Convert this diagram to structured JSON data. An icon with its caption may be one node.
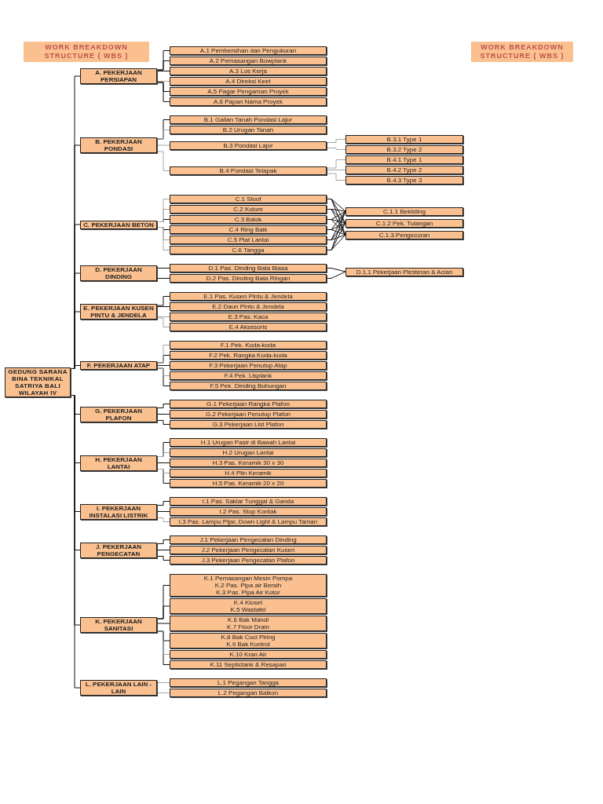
{
  "diagram": {
    "title": "WORK BREAKDOWN STRUCTURE ( WBS )",
    "nodes": [
      {
        "text": [
          "GEDUNG SARANA BINA TEKNIKAL SATRIYA BALI WILAYAH IV"
        ]
      },
      {
        "text": [
          "A. PEKERJAAN PERSIAPAN"
        ]
      },
      {
        "text": [
          "A.1 Pembersihan dan Pengukuran"
        ]
      },
      {
        "text": [
          "A.2 Pemasangan Bowplank"
        ]
      },
      {
        "text": [
          "A.3 Los Kerja"
        ]
      },
      {
        "text": [
          "A.4 Direksi Keet"
        ]
      },
      {
        "text": [
          "A.5 Pagar Pengaman Proyek"
        ]
      },
      {
        "text": [
          "A.6 Papan Nama Proyek"
        ]
      },
      {
        "text": [
          "B. PEKERJAAN PONDASI"
        ]
      },
      {
        "text": [
          "B.1 Galian Tanah Pondasi Lajur"
        ]
      },
      {
        "text": [
          "B.2 Urugan Tanah"
        ]
      },
      {
        "text": [
          "B.3 Pondasi Lajur"
        ]
      },
      {
        "text": [
          "B.3.1 Type 1"
        ]
      },
      {
        "text": [
          "B.3.2 Type 2"
        ]
      },
      {
        "text": [
          "B.4 Pondasi Telapak"
        ]
      },
      {
        "text": [
          "B.4.1 Type 1"
        ]
      },
      {
        "text": [
          "B.4.2 Type 2"
        ]
      },
      {
        "text": [
          "B.4.3 Type 3"
        ]
      },
      {
        "text": [
          "C. PEKERJAAN BETON"
        ]
      },
      {
        "text": [
          "C.1 Sloof"
        ]
      },
      {
        "text": [
          "C.2 Kolom"
        ]
      },
      {
        "text": [
          "C.3 Balok"
        ]
      },
      {
        "text": [
          "C.4 Ring Balk"
        ]
      },
      {
        "text": [
          "C.5 Plat Lantai"
        ]
      },
      {
        "text": [
          "C.6 Tangga"
        ]
      },
      {
        "text": [
          "C.1.1 Bekisting"
        ]
      },
      {
        "text": [
          "C.1.2 Pek. Tulangan"
        ]
      },
      {
        "text": [
          "C.1.3 Pengecoran"
        ]
      },
      {
        "text": [
          "D. PEKERJAAN DINDING"
        ]
      },
      {
        "text": [
          "D.1 Pas. Dinding Bata Biasa"
        ]
      },
      {
        "text": [
          "D.2 Pas. Dinding Bata Ringan"
        ]
      },
      {
        "text": [
          "D.1.1 Pekerjaan Plesteran & Acian"
        ]
      },
      {
        "text": [
          "E. PEKERJAAN KUSEN PINTU & JENDELA"
        ]
      },
      {
        "text": [
          "E.1 Pas. Kusen Pintu & Jendela"
        ]
      },
      {
        "text": [
          "E.2 Daun Pintu & Jendela"
        ]
      },
      {
        "text": [
          "E.3 Pas. Kaca"
        ]
      },
      {
        "text": [
          "E.4 Aksesoris"
        ]
      },
      {
        "text": [
          "F. PEKERJAAN ATAP"
        ]
      },
      {
        "text": [
          "F.1 Pek. Kuda-kuda"
        ]
      },
      {
        "text": [
          "F.2 Pek. Rangka Kuda-kuda"
        ]
      },
      {
        "text": [
          "F.3 Pekerjaan Penutup Atap"
        ]
      },
      {
        "text": [
          "F.4 Pek. Lisplank"
        ]
      },
      {
        "text": [
          "F.5 Pek. Dinding Bubungan"
        ]
      },
      {
        "text": [
          "G. PEKERJAAN PLAFON"
        ]
      },
      {
        "text": [
          "G.1 Pekerjaan Rangka Plafon"
        ]
      },
      {
        "text": [
          "G.2 Pekerjaan Penutup Plafon"
        ]
      },
      {
        "text": [
          "G.3 Pekerjaan List Plafon"
        ]
      },
      {
        "text": [
          "H. PEKERJAAN LANTAI"
        ]
      },
      {
        "text": [
          "H.1 Urugan Pasir di Bawah Lantai"
        ]
      },
      {
        "text": [
          "H.2 Urugan Lantai"
        ]
      },
      {
        "text": [
          "H.3 Pas. Keramik 30 x 30"
        ]
      },
      {
        "text": [
          "H.4 Plin Keramik"
        ]
      },
      {
        "text": [
          "H.5 Pas. Keramik 20 x 20"
        ]
      },
      {
        "text": [
          "I. PEKERJAAN INSTALASI LISTRIK"
        ]
      },
      {
        "text": [
          "I.1 Pas. Saklar Tunggal & Ganda"
        ]
      },
      {
        "text": [
          "I.2 Pas. Stop Kontak"
        ]
      },
      {
        "text": [
          "I.3 Pas. Lampu Pijar, Down Light & Lampu Taman"
        ]
      },
      {
        "text": [
          "J. PEKERJAAN PENGECATAN"
        ]
      },
      {
        "text": [
          "J.1 Pekerjaan Pengecatan Dinding"
        ]
      },
      {
        "text": [
          "J.2 Pekerjaan Pengecatan Kusen"
        ]
      },
      {
        "text": [
          "J.3 Pekerjaan Pengecatan Plafon"
        ]
      },
      {
        "text": [
          "K. PEKERJAAN SANITASI"
        ]
      },
      {
        "text": [
          "K.1 Pemasangan Mesin Pompa",
          "K.2 Pas. Pipa air Bersih",
          "K.3 Pas. Pipa Air Kotor"
        ]
      },
      {
        "text": [
          "K.4 Kloset",
          "K.5 Wastafel"
        ]
      },
      {
        "text": [
          "K.6 Bak Mandi",
          "K.7 Floor Drain"
        ]
      },
      {
        "text": [
          "K.8 Bak Cuci Piring",
          "K.9 Bak Kontrol"
        ]
      },
      {
        "text": [
          "K.10 Kran Air"
        ]
      },
      {
        "text": [
          "K.11 Septictank & Resapan"
        ]
      },
      {
        "text": [
          "L. PEKERJAAN LAIN - LAIN"
        ]
      },
      {
        "text": [
          "L.1 Pegangan Tangga"
        ]
      },
      {
        "text": [
          "L.2 Pegangan Balkon"
        ]
      }
    ],
    "edges": [
      {
        "from": 0,
        "to": 1,
        "arrow": "none"
      },
      {
        "from": 1,
        "to": 2,
        "arrow": "none"
      },
      {
        "from": 1,
        "to": 3,
        "arrow": "none"
      },
      {
        "from": 1,
        "to": 4,
        "arrow": "none"
      },
      {
        "from": 1,
        "to": 5,
        "arrow": "none",
        "color": "#a6a6a6"
      },
      {
        "from": 1,
        "to": 6,
        "arrow": "none"
      },
      {
        "from": 1,
        "to": 7,
        "arrow": "none"
      },
      {
        "from": 0,
        "to": 8,
        "arrow": "none"
      },
      {
        "from": 8,
        "to": 9,
        "arrow": "none"
      },
      {
        "from": 8,
        "to": 10,
        "arrow": "none",
        "color": "#a6a6a6"
      },
      {
        "from": 8,
        "to": 11,
        "arrow": "none",
        "color": "#a6a6a6"
      },
      {
        "from": 11,
        "to": 12,
        "arrow": "none",
        "color": "#a6a6a6"
      },
      {
        "from": 11,
        "to": 13,
        "arrow": "none",
        "color": "#a6a6a6"
      },
      {
        "from": 8,
        "to": 14,
        "arrow": "none",
        "color": "#a6a6a6"
      },
      {
        "from": 14,
        "to": 15,
        "arrow": "none",
        "color": "#a6a6a6"
      },
      {
        "from": 14,
        "to": 16,
        "arrow": "none",
        "color": "#a6a6a6"
      },
      {
        "from": 14,
        "to": 17,
        "arrow": "none",
        "color": "#a6a6a6"
      },
      {
        "from": 0,
        "to": 18,
        "arrow": "none"
      },
      {
        "from": 18,
        "to": 19,
        "arrow": "none",
        "color": "#a6a6a6"
      },
      {
        "from": 18,
        "to": 20,
        "arrow": "none",
        "color": "#a6a6a6"
      },
      {
        "from": 18,
        "to": 21,
        "arrow": "none"
      },
      {
        "from": 18,
        "to": 22,
        "arrow": "none"
      },
      {
        "from": 18,
        "to": 23,
        "arrow": "none",
        "color": "#a6a6a6"
      },
      {
        "from": 18,
        "to": 24,
        "arrow": "none",
        "color": "#a6a6a6"
      },
      {
        "from": 19,
        "to": 25,
        "arrow": "none"
      },
      {
        "from": 19,
        "to": 26,
        "arrow": "none"
      },
      {
        "from": 19,
        "to": 27,
        "arrow": "none"
      },
      {
        "from": 20,
        "to": 25,
        "arrow": "none"
      },
      {
        "from": 20,
        "to": 26,
        "arrow": "none"
      },
      {
        "from": 20,
        "to": 27,
        "arrow": "none"
      },
      {
        "from": 21,
        "to": 25,
        "arrow": "none"
      },
      {
        "from": 21,
        "to": 26,
        "arrow": "none"
      },
      {
        "from": 21,
        "to": 27,
        "arrow": "none"
      },
      {
        "from": 22,
        "to": 25,
        "arrow": "none"
      },
      {
        "from": 22,
        "to": 26,
        "arrow": "none"
      },
      {
        "from": 22,
        "to": 27,
        "arrow": "none"
      },
      {
        "from": 23,
        "to": 25,
        "arrow": "none"
      },
      {
        "from": 23,
        "to": 26,
        "arrow": "none"
      },
      {
        "from": 23,
        "to": 27,
        "arrow": "none"
      },
      {
        "from": 24,
        "to": 25,
        "arrow": "none"
      },
      {
        "from": 24,
        "to": 26,
        "arrow": "none"
      },
      {
        "from": 24,
        "to": 27,
        "arrow": "none"
      },
      {
        "from": 0,
        "to": 28,
        "arrow": "none"
      },
      {
        "from": 28,
        "to": 29,
        "arrow": "none"
      },
      {
        "from": 28,
        "to": 30,
        "arrow": "none"
      },
      {
        "from": 29,
        "to": 31,
        "arrow": "none"
      },
      {
        "from": 30,
        "to": 31,
        "arrow": "none"
      },
      {
        "from": 0,
        "to": 32,
        "arrow": "none"
      },
      {
        "from": 32,
        "to": 33,
        "arrow": "none"
      },
      {
        "from": 32,
        "to": 34,
        "arrow": "none"
      },
      {
        "from": 32,
        "to": 35,
        "arrow": "none",
        "color": "#a6a6a6"
      },
      {
        "from": 32,
        "to": 36,
        "arrow": "none",
        "color": "#a6a6a6"
      },
      {
        "from": 0,
        "to": 37,
        "arrow": "none"
      },
      {
        "from": 37,
        "to": 38,
        "arrow": "none",
        "color": "#a6a6a6"
      },
      {
        "from": 37,
        "to": 39,
        "arrow": "none"
      },
      {
        "from": 37,
        "to": 40,
        "arrow": "none"
      },
      {
        "from": 37,
        "to": 41,
        "arrow": "none",
        "color": "#a6a6a6"
      },
      {
        "from": 37,
        "to": 42,
        "arrow": "none"
      },
      {
        "from": 0,
        "to": 43,
        "arrow": "none"
      },
      {
        "from": 43,
        "to": 44,
        "arrow": "none"
      },
      {
        "from": 43,
        "to": 45,
        "arrow": "none"
      },
      {
        "from": 43,
        "to": 46,
        "arrow": "none"
      },
      {
        "from": 0,
        "to": 47,
        "arrow": "none"
      },
      {
        "from": 47,
        "to": 48,
        "arrow": "none"
      },
      {
        "from": 47,
        "to": 49,
        "arrow": "none",
        "color": "#a6a6a6"
      },
      {
        "from": 47,
        "to": 50,
        "arrow": "none"
      },
      {
        "from": 47,
        "to": 51,
        "arrow": "none",
        "color": "#a6a6a6"
      },
      {
        "from": 47,
        "to": 52,
        "arrow": "none"
      },
      {
        "from": 0,
        "to": 53,
        "arrow": "none"
      },
      {
        "from": 53,
        "to": 54,
        "arrow": "none"
      },
      {
        "from": 53,
        "to": 55,
        "arrow": "none"
      },
      {
        "from": 53,
        "to": 56,
        "arrow": "none",
        "color": "#a6a6a6"
      },
      {
        "from": 0,
        "to": 57,
        "arrow": "none"
      },
      {
        "from": 57,
        "to": 58,
        "arrow": "none"
      },
      {
        "from": 57,
        "to": 59,
        "arrow": "none"
      },
      {
        "from": 57,
        "to": 60,
        "arrow": "none"
      },
      {
        "from": 0,
        "to": 61,
        "arrow": "none"
      },
      {
        "from": 61,
        "to": 62,
        "arrow": "none"
      },
      {
        "from": 61,
        "to": 63,
        "arrow": "none"
      },
      {
        "from": 61,
        "to": 64,
        "arrow": "none"
      },
      {
        "from": 61,
        "to": 65,
        "arrow": "none"
      },
      {
        "from": 61,
        "to": 66,
        "arrow": "none",
        "color": "#a6a6a6"
      },
      {
        "from": 61,
        "to": 67,
        "arrow": "none"
      },
      {
        "from": 0,
        "to": 68,
        "arrow": "none"
      },
      {
        "from": 68,
        "to": 69,
        "arrow": "none",
        "color": "#a6a6a6"
      },
      {
        "from": 68,
        "to": 70,
        "arrow": "none",
        "color": "#a6a6a6"
      }
    ],
    "labels": [
      "WORK BREAKDOWN STRUCTURE ( WBS )"
    ]
  }
}
